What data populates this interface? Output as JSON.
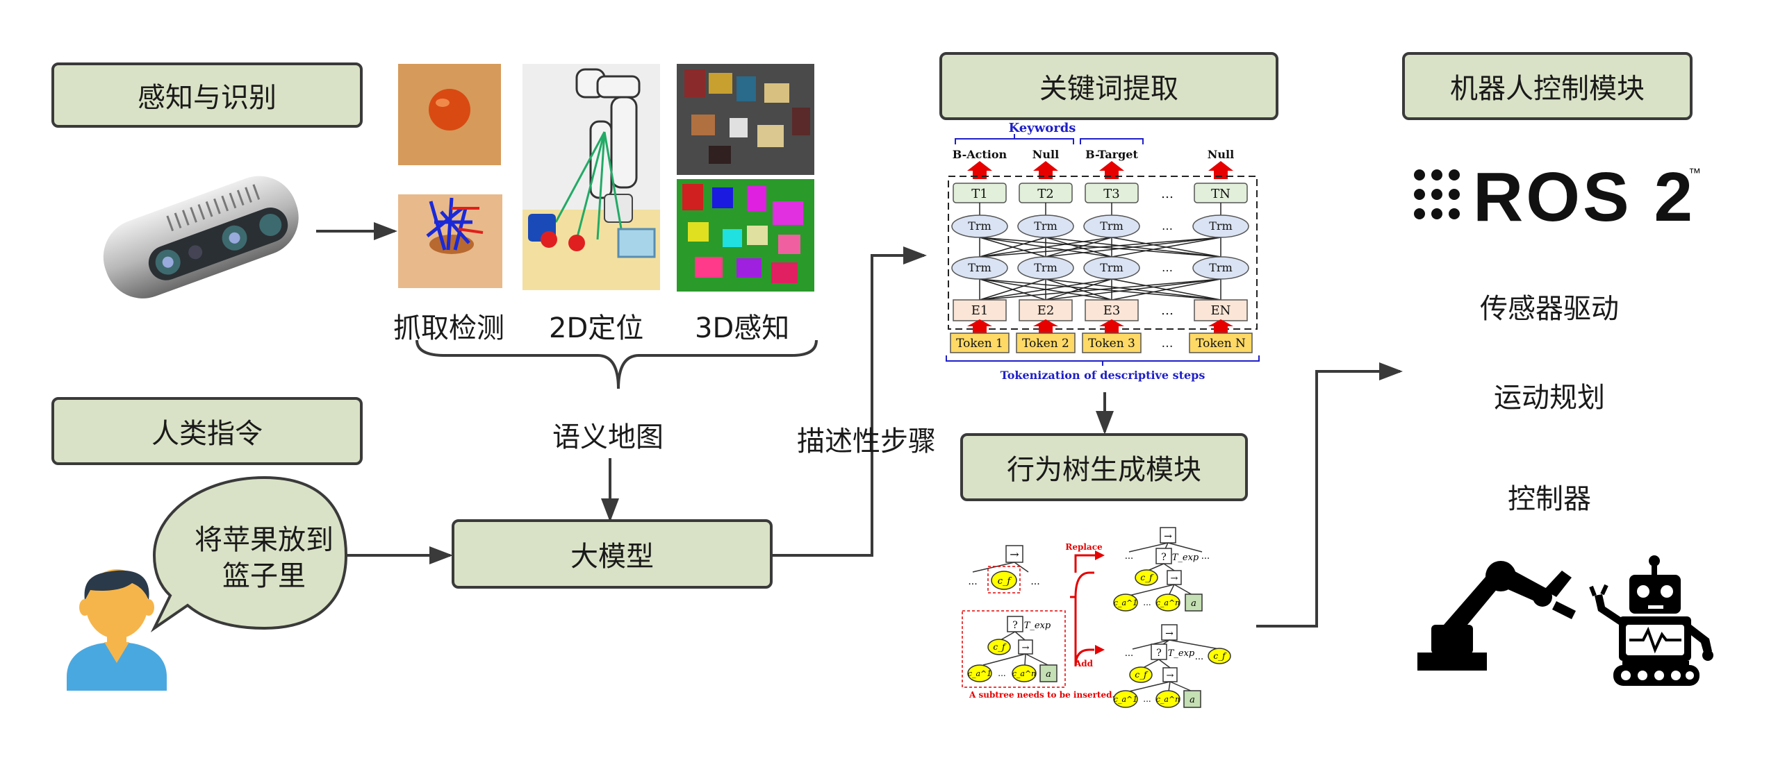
{
  "boxes": {
    "perception": "感知与识别",
    "human_cmd": "人类指令",
    "llm": "大模型",
    "keyword": "关键词提取",
    "bt_module": "行为树生成模块",
    "robot_ctrl": "机器人控制模块"
  },
  "perception_labels": {
    "grasp": "抓取检测",
    "pos2d": "2D定位",
    "perc3d": "3D感知"
  },
  "semantic_map": "语义地图",
  "descriptive_steps": "描述性步骤",
  "speech": {
    "line1": "将苹果放到",
    "line2": "篮子里"
  },
  "ros_logo": "ROS 2",
  "ros_tm": "™",
  "ros_items": [
    "传感器驱动",
    "运动规划",
    "控制器"
  ],
  "bert": {
    "keywords": "Keywords",
    "tags": [
      "B-Action",
      "Null",
      "B-Target",
      "Null"
    ],
    "t": [
      "T1",
      "T2",
      "T3",
      "TN"
    ],
    "trm": "Trm",
    "e": [
      "E1",
      "E2",
      "E3",
      "EN"
    ],
    "tokens": [
      "Token 1",
      "Token 2",
      "Token 3",
      "Token N"
    ],
    "ellipsis": "…",
    "caption": "Tokenization of descriptive steps"
  },
  "tree": {
    "replace": "Replace",
    "add": "Add",
    "subtree_note": "A subtree needs to be inserted.",
    "seq": "→",
    "fb": "?",
    "texp": "T_exp",
    "cf": "c_f",
    "ca1": "c_a^1",
    "can": "c_a^n",
    "a": "a",
    "dots": "..."
  },
  "colors": {
    "box_fill": "#d9e2c6",
    "arrow": "#3a3a3a",
    "bert_blue": "#1f1fc8",
    "bert_red": "#e60000",
    "token_fill": "#ffd966",
    "e_fill": "#fbe5d6",
    "t_fill": "#e2efda",
    "trm_fill": "#dae3f3",
    "tree_yellow": "#ffff00",
    "tree_green": "#c5e0b4"
  }
}
